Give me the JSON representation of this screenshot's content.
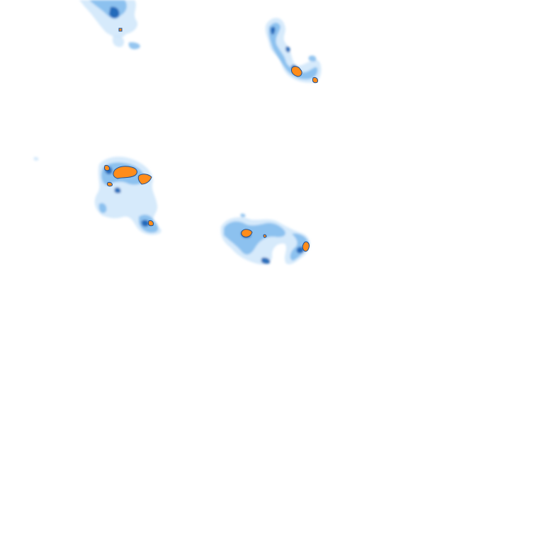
{
  "map": {
    "background_color": "#ffffff",
    "palette": {
      "light": "#cfe6fa",
      "mid": "#7ab8ec",
      "strong": "#2a7fd1",
      "deep": "#0d5bb0",
      "hot": "#ff8c1a",
      "hot_outline": "#1c4f93"
    },
    "cells": [
      {
        "id": "cell-top-left"
      },
      {
        "id": "cell-top-center"
      },
      {
        "id": "cell-left"
      },
      {
        "id": "cell-center"
      }
    ]
  }
}
